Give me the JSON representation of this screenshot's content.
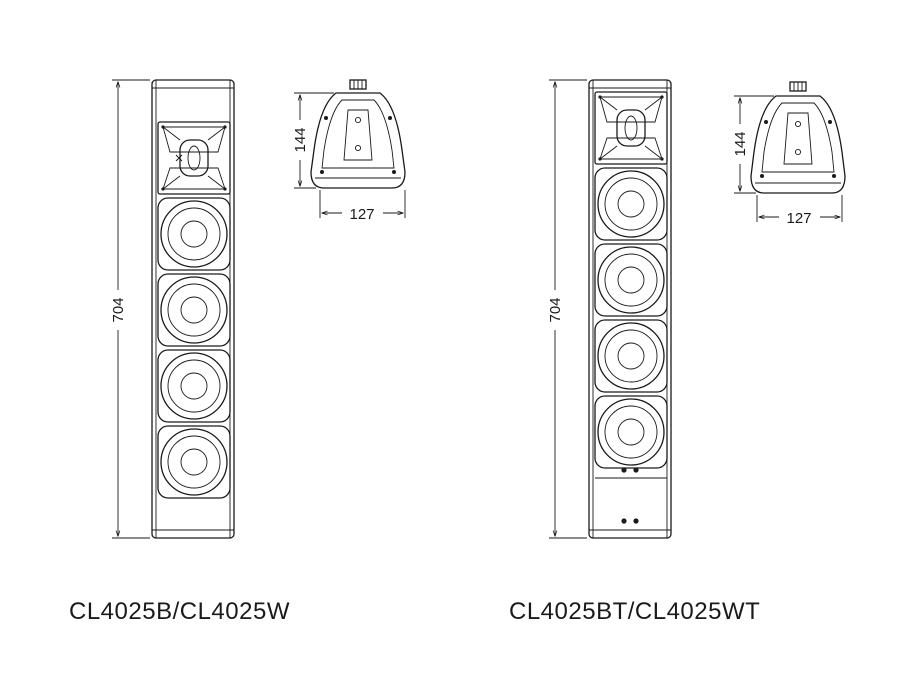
{
  "units": [
    {
      "model": "CL4025B/CL4025W",
      "height_label": "704",
      "side_height_label": "144",
      "side_width_label": "127",
      "woofers": 4,
      "bottom_terminals": 0
    },
    {
      "model": "CL4025BT/CL4025WT",
      "height_label": "704",
      "side_height_label": "144",
      "side_width_label": "127",
      "woofers": 4,
      "bottom_terminals": 2
    }
  ]
}
